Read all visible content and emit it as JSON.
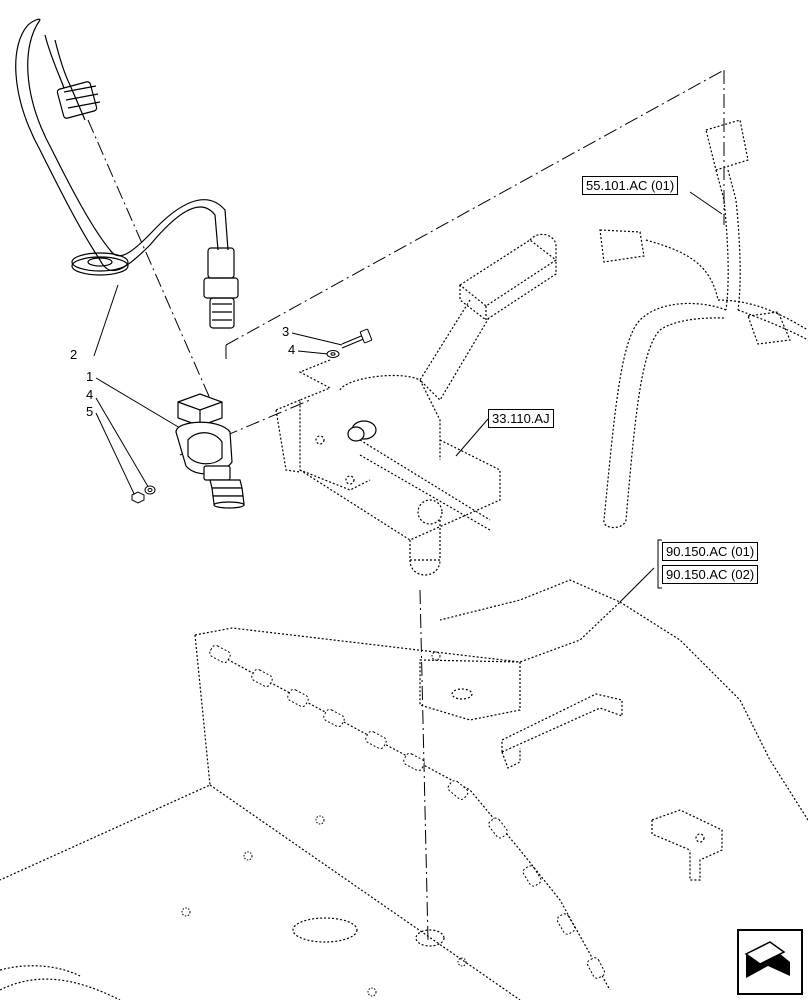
{
  "callouts": {
    "c1": "1",
    "c2": "2",
    "c3": "3",
    "c4a": "4",
    "c4b": "4",
    "c5": "5"
  },
  "references": {
    "harness": "55.101.AC (01)",
    "pedal": "33.110.AJ",
    "cab_floor_1": "90.150.AC (01)",
    "cab_floor_2": "90.150.AC (02)"
  },
  "icons": {
    "nav": "view-direction-arrow-icon"
  }
}
